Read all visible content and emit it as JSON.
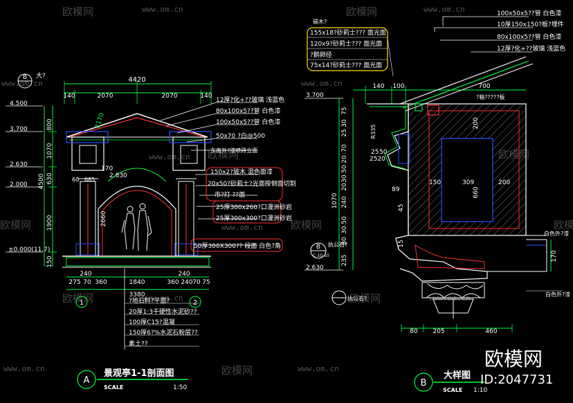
{
  "watermark": {
    "brand": "欧模网",
    "url": "www.om.cn"
  },
  "left": {
    "section_marker": "B",
    "marker_suffix": "大?",
    "top_total": "4420",
    "top_dims": [
      "140",
      "2070",
      "2070",
      "140"
    ],
    "elev": [
      "4.500",
      "3.700",
      "2.630",
      "2.000",
      "±0.000(11.7)"
    ],
    "vdims": [
      "800",
      "1070",
      "630",
      "4500",
      "1900",
      "150"
    ],
    "inner": [
      "2170",
      "170",
      "60",
      "685",
      "2.830",
      "2660"
    ],
    "notes": [
      "12厚?化+??玻璃 浅蓝色",
      "80x100x5??管 白色漆",
      "100x50x5??管 白色漆",
      "50x70 ?白@500",
      "东南外?漆喷砖立面",
      "150x2?玻木 混色面漆",
      "20x50?砂莉士?光面按侧面切割",
      "市?打 ??面",
      "25厚300x260?口漫洲砂岩",
      "25厚300x300?口漫洲砂岩",
      "50厚300X300?? 段面 白色?角"
    ],
    "bottom_dims": [
      "275",
      "70",
      "360",
      "1840",
      "360",
      "240",
      "70",
      "75"
    ],
    "bottom_small": [
      "240",
      "240"
    ],
    "bottom_total": "3380",
    "axis_labels": [
      "1",
      "2"
    ],
    "foundation": [
      "?地石料?平面?",
      "20厚1:3干硬性水泥砂??",
      "100厚C15?混凝",
      "150厚6?%水泥石粉层??",
      "素土??"
    ],
    "title_marker": "A",
    "title": "景观亭1-1剖面图",
    "scale_label": "SCALE",
    "scale_value": "1:50"
  },
  "right": {
    "elev": [
      "3.700",
      "2.630"
    ],
    "notes_top": [
      "100x50x5??管 白色漆",
      "10厚150x150?板?埋件",
      "80x100x5??管 白色漆",
      "12厚?化+??玻璃 浅蓝色"
    ],
    "notes_left_title": "碳木?",
    "notes_left": [
      "155x18?砂莉士??? 面光面",
      "120x9?砂莉士??? 面光面",
      "?鹅卵径",
      "75x14?砂莉士??? 面光面"
    ],
    "top_dims": [
      "140",
      "100",
      "700"
    ],
    "callout": "?箱?????板",
    "vdims": [
      "75",
      "30",
      "25",
      "70",
      "20",
      "50",
      "30",
      "1070",
      "20",
      "240",
      "50",
      "30",
      "80",
      "235"
    ],
    "radius": "R335",
    "inner_dims": [
      "25",
      "50",
      "200",
      "150",
      "309",
      "200",
      "660",
      "89",
      "45",
      "15",
      "2520",
      "170"
    ],
    "right_notes": [
      "白色外?漆",
      "白色外?漆"
    ],
    "detail_marker": "B",
    "detail_ref": "C-10-10",
    "left_note1": "执公石?",
    "left_note2": "执公石?",
    "bottom_dims": [
      "80",
      "205",
      "460"
    ],
    "title_marker": "B",
    "title": "大样图",
    "scale_label": "SCALE",
    "scale_value": "1:10"
  },
  "brand_mark": {
    "name": "欧模网",
    "id": "ID:2047731"
  }
}
